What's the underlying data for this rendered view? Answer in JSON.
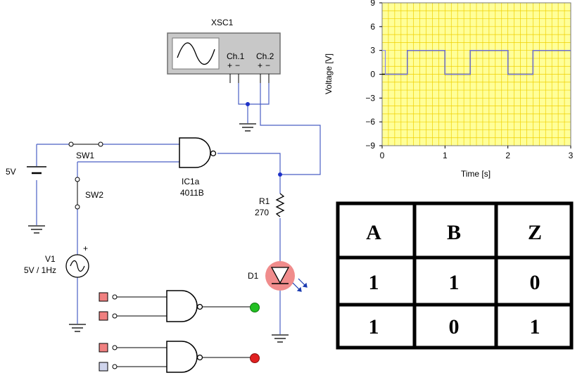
{
  "schematic": {
    "scope": {
      "name": "XSC1",
      "ch1": "Ch.1",
      "ch2": "Ch.2",
      "plus": "+",
      "minus": "−"
    },
    "battery_label": "5V",
    "sw1_label": "SW1",
    "sw2_label": "SW2",
    "gate_label": "IC1a",
    "gate_part": "4011B",
    "resistor_name": "R1",
    "resistor_value": "270",
    "source_name": "V1",
    "source_value": "5V / 1Hz",
    "source_plus": "+",
    "led_name": "D1",
    "demo_gates": [
      {
        "input_a": "on",
        "input_b": "on",
        "output_led": "on"
      },
      {
        "input_a": "on",
        "input_b": "off",
        "output_led": "off"
      }
    ],
    "colors": {
      "wire": "#4a5fc4",
      "junction": "#1e32c8",
      "input_on": "#f08080",
      "input_off": "#cfd4ec",
      "led_green": "#22c022",
      "led_red": "#e02020",
      "led_glow": "#f08c8c",
      "plot_bg": "#ffff99",
      "plot_grid": "#f0d000"
    }
  },
  "chart_data": {
    "type": "line",
    "xlabel": "Time [s]",
    "ylabel": "Voltage [V]",
    "xlim": [
      0,
      3
    ],
    "ylim": [
      -9,
      9
    ],
    "xticks": [
      "0",
      "1",
      "2",
      "3"
    ],
    "yticks": [
      "−9",
      "−6",
      "−3",
      "0",
      "3",
      "6",
      "9"
    ],
    "grid": true,
    "series": [
      {
        "color": "#000000",
        "x": [
          0,
          0.4,
          0.4,
          1.0,
          1.0,
          1.4,
          1.4,
          2.0,
          2.0,
          2.4,
          2.4,
          3.0
        ],
        "y": [
          0,
          0,
          3,
          3,
          0,
          0,
          3,
          3,
          0,
          0,
          3,
          3
        ]
      },
      {
        "color": "#8080ff",
        "x": [
          0,
          0.05,
          0.05,
          0.4,
          0.4,
          1.0,
          1.0,
          1.4,
          1.4,
          2.0,
          2.0,
          2.4,
          2.4,
          3.0
        ],
        "y": [
          3,
          3,
          0,
          0,
          3,
          3,
          0,
          0,
          3,
          3,
          0,
          0,
          3,
          3
        ]
      }
    ]
  },
  "truth_table": {
    "headers": [
      "A",
      "B",
      "Z"
    ],
    "rows": [
      [
        "1",
        "1",
        "0"
      ],
      [
        "1",
        "0",
        "1"
      ]
    ]
  }
}
